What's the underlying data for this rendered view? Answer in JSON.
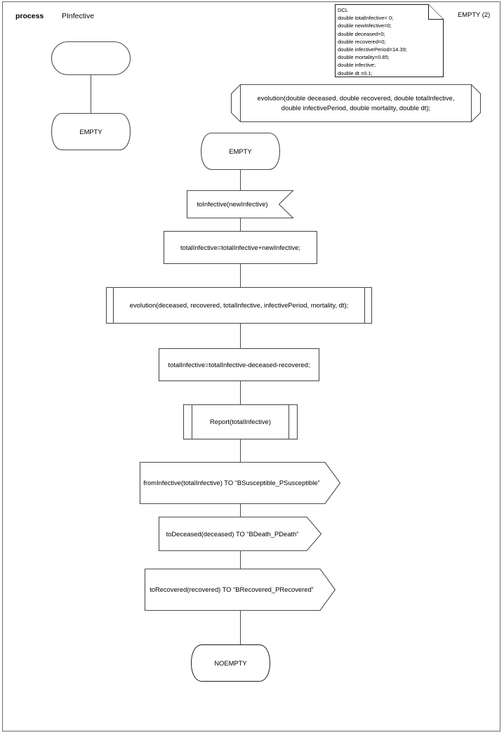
{
  "diagram": {
    "type": "SDL process diagram",
    "page_border": true,
    "header": {
      "keyword": "process",
      "name": "PInfective"
    },
    "page_label": "EMPTY (2)",
    "declaration_note": {
      "title": "DCL",
      "icon": "note-folded-corner",
      "lines": [
        "DCL",
        "double totalInfective= 0;",
        "double newInfective=0;",
        "double deceased=0;",
        "double recovered=0;",
        "double infectivePeriod=14.39;",
        "double mortality=0.85;",
        "double infective;",
        "double dt =0.1;"
      ]
    },
    "procedure_declaration": {
      "line1": "evolution(double deceased, double recovered, double totalInfective,",
      "line2": "double infectivePeriod, double mortality, double dt);"
    },
    "nodes": {
      "start": "",
      "state_empty_top": "EMPTY",
      "state_empty_main": "EMPTY",
      "input_signal": "toInfective(newInfective)",
      "task_add": "totalInfective=totalInfective+newInfective;",
      "call_evolution": "evolution(deceased, recovered, totalInfective, infectivePeriod, mortality, dt);",
      "task_subtract": "totalInfective=totalInfective-deceased-recovered;",
      "call_report": "Report(totalInfective)",
      "output_susceptible": "fromInfective(totalInfective) TO “BSusceptible_PSusceptible”",
      "output_death": "toDeceased(deceased) TO “BDeath_PDeath”",
      "output_recovered": "toRecovered(recovered) TO “BRecovered_PRecovered”",
      "state_noempty": "NOEMPTY"
    },
    "colors": {
      "stroke": "#4d4d4d",
      "note_stroke": "#1a1a1a",
      "background": "#ffffff",
      "text": "#000000",
      "frame": "#6b6b6b"
    }
  }
}
